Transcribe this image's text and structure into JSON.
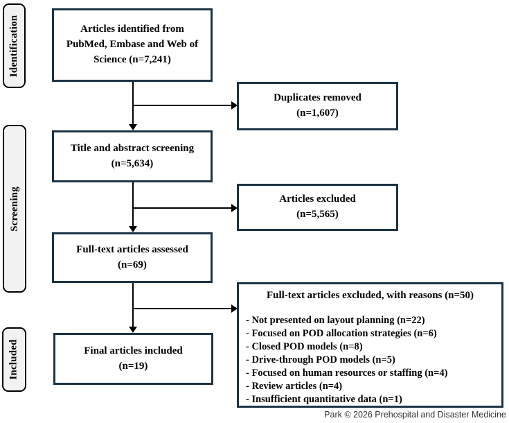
{
  "diagram": {
    "sidebar": {
      "identification": "Identification",
      "screening": "Screening",
      "included": "Included"
    },
    "boxes": {
      "identified": {
        "text": "Articles identified from PubMed, Embase and Web of Science (n=7,241)"
      },
      "duplicates": {
        "text": "Duplicates removed",
        "n": "(n=1,607)"
      },
      "title_abstract": {
        "text": "Title and abstract screening",
        "n": "(n=5,634)"
      },
      "articles_excluded": {
        "text": "Articles excluded",
        "n": "(n=5,565)"
      },
      "fulltext_assessed": {
        "text": "Full-text articles assessed",
        "n": "(n=69)"
      },
      "final_included": {
        "text": "Final articles included",
        "n": "(n=19)"
      }
    },
    "exclusion": {
      "title": "Full-text articles excluded, with reasons (n=50)",
      "reasons": [
        "- Not presented on layout planning (n=22)",
        "- Focused on POD allocation strategies (n=6)",
        "- Closed POD models (n=8)",
        "- Drive-through POD models (n=5)",
        "- Focused on human resources or staffing (n=4)",
        "- Review articles (n=4)",
        "- Insufficient quantitative data (n=1)"
      ]
    },
    "footer": "Park © 2026 Prehospital and Disaster Medicine",
    "colors": {
      "box_border": "#1c3345",
      "sidebar_fill": "#f2f2f2",
      "arrow": "#000000"
    }
  }
}
